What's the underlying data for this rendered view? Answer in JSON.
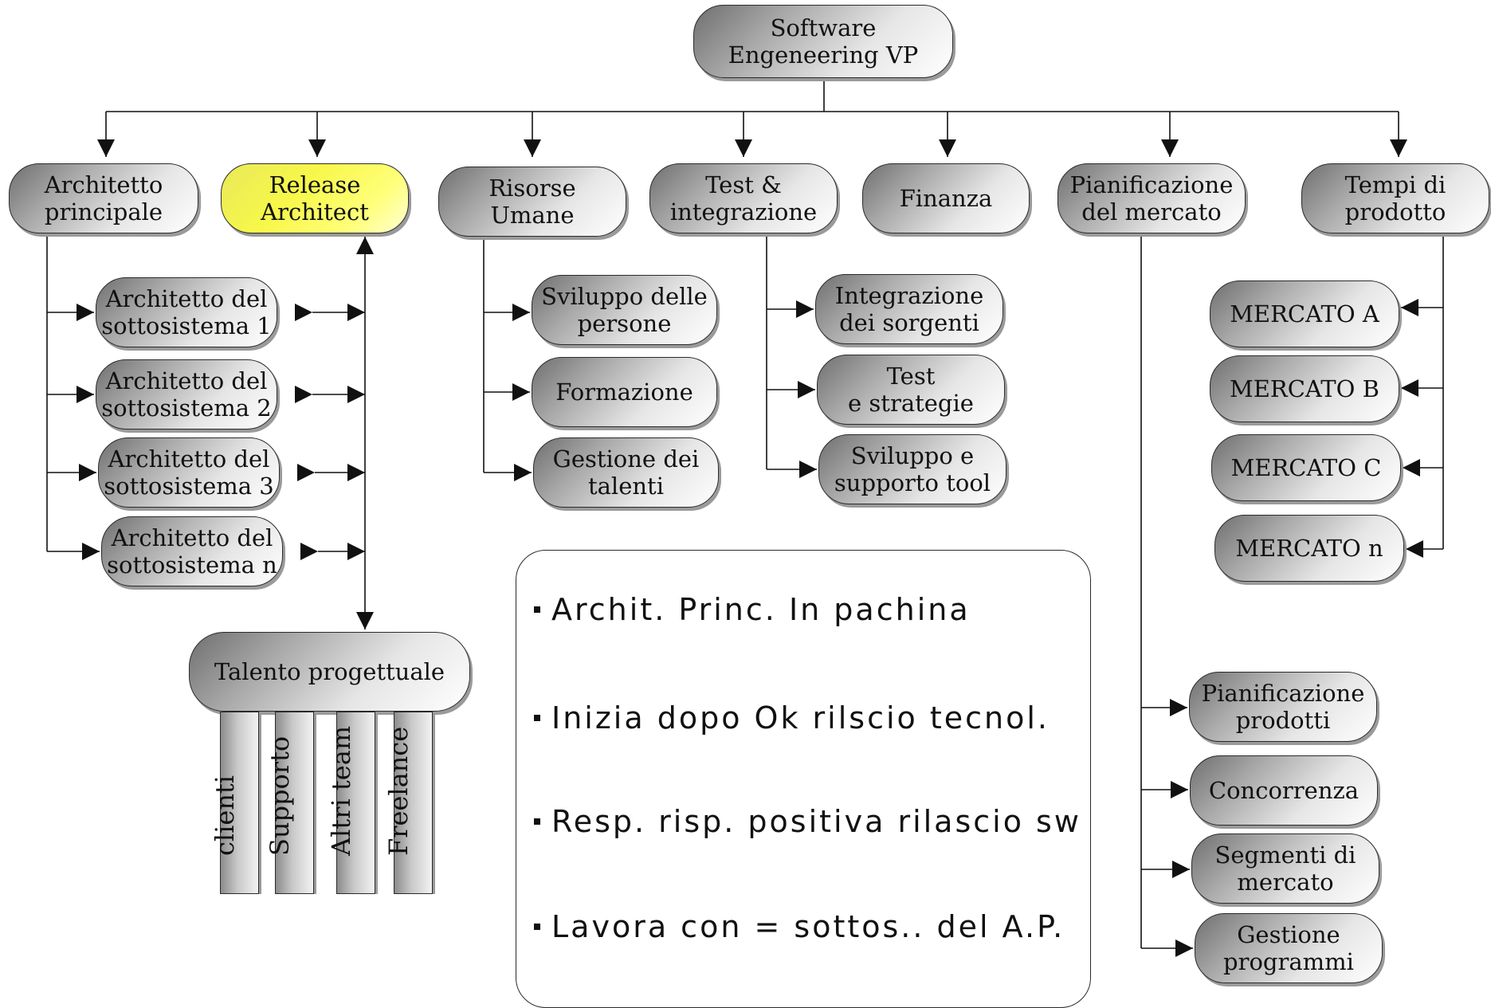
{
  "top": {
    "label": "Software\nEngeneering VP"
  },
  "level1": [
    {
      "label": "Architetto\nprincipale"
    },
    {
      "label": "Release\nArchitect"
    },
    {
      "label": "Risorse\nUmane"
    },
    {
      "label": "Test &\nintegrazione"
    },
    {
      "label": "Finanza"
    },
    {
      "label": "Pianificazione\ndel mercato"
    },
    {
      "label": "Tempi di\nprodotto"
    }
  ],
  "subsystems": [
    {
      "label": "Architetto del\nsottosistema 1"
    },
    {
      "label": "Architetto del\nsottosistema 2"
    },
    {
      "label": "Architetto del\nsottosistema 3"
    },
    {
      "label": "Architetto del\nsottosistema n"
    }
  ],
  "hr": [
    {
      "label": "Sviluppo delle\npersone"
    },
    {
      "label": "Formazione"
    },
    {
      "label": "Gestione dei\ntalenti"
    }
  ],
  "test": [
    {
      "label": "Integrazione\ndei sorgenti"
    },
    {
      "label": "Test\ne strategie"
    },
    {
      "label": "Sviluppo e\nsupporto tool"
    }
  ],
  "markets": [
    {
      "label": "MERCATO A"
    },
    {
      "label": "MERCATO B"
    },
    {
      "label": "MERCATO C"
    },
    {
      "label": "MERCATO n"
    }
  ],
  "planning": [
    {
      "label": "Pianificazione\nprodotti"
    },
    {
      "label": "Concorrenza"
    },
    {
      "label": "Segmenti di\nmercato"
    },
    {
      "label": "Gestione\nprogrammi"
    }
  ],
  "talent": {
    "label": "Talento progettuale",
    "pillars": [
      "clienti",
      "Supporto",
      "Altri team",
      "Freelance"
    ]
  },
  "notes": [
    "Archit. Princ. In pachina",
    "Inizia dopo Ok rilscio tecnol.",
    "Resp. risp. positiva rilascio sw",
    "Lavora con = sottos.. del A.P."
  ],
  "colors": {
    "line": "#111111",
    "highlight": "#f5f54a",
    "node_dark": "#6f6f6f",
    "node_light": "#ffffff"
  }
}
